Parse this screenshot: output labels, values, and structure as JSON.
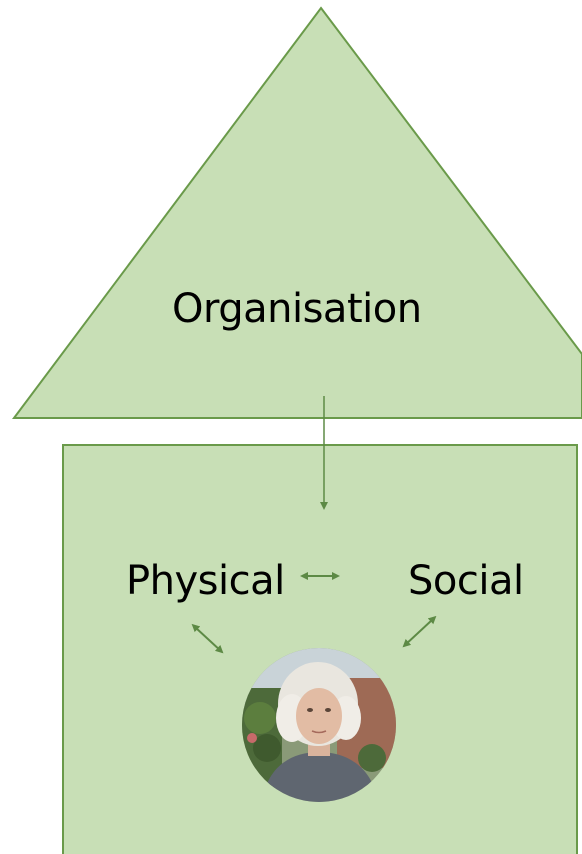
{
  "diagram": {
    "roof": {
      "label": "Organisation"
    },
    "house": {
      "left_label": "Physical",
      "right_label": "Social"
    },
    "center": {
      "image": "elderly-woman-photo"
    },
    "colors": {
      "fill": "#c8dfb6",
      "stroke": "#6a9a4a",
      "arrow": "#5d8a45"
    }
  }
}
